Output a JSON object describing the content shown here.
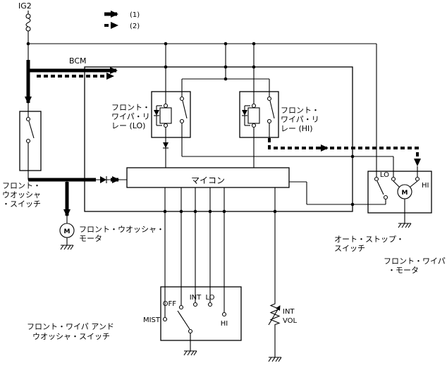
{
  "colors": {
    "line": "#000000",
    "background": "#ffffff"
  },
  "power_source": {
    "label": "IG2"
  },
  "legend": {
    "flow1": "(1)",
    "flow2": "(2)"
  },
  "bcm": {
    "label": "BCM",
    "microcomputer_label": "マイコン",
    "relay_lo": {
      "line1": "フロント・",
      "line2": "ワイパ・リ",
      "line3": "レー (LO)"
    },
    "relay_hi": {
      "line1": "フロント・",
      "line2": "ワイパ・リ",
      "line3": "レー (HI)"
    }
  },
  "washer_switch": {
    "line1": "フロント・",
    "line2": "ウオッシャ",
    "line3": "・スイッチ"
  },
  "washer_motor": {
    "symbol": "M",
    "line1": "フロント・ウオッシャ・",
    "line2": "モータ"
  },
  "wiper_motor": {
    "symbol": "M",
    "lo_label": "LO",
    "hi_label": "HI",
    "line1": "フロント・ワイパ",
    "line2": "・モータ"
  },
  "auto_stop_switch": {
    "line1": "オート・ストップ・",
    "line2": "スイッチ"
  },
  "combination_switch": {
    "line1": "フロント・ワイパ アンド",
    "line2": "ウオッシャ・スイッチ",
    "positions": {
      "mist": "MIST",
      "off": "OFF",
      "int": "INT",
      "lo": "LO",
      "hi": "HI"
    },
    "int_vol": {
      "line1": "INT",
      "line2": "VOL"
    }
  }
}
